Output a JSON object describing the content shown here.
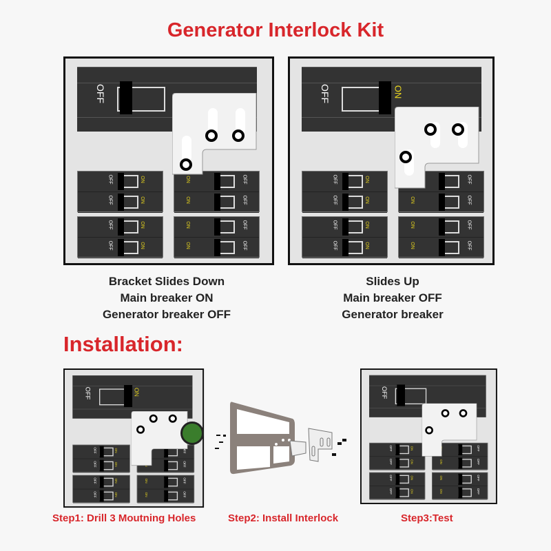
{
  "title": "Generator Interlock Kit",
  "labels": {
    "off": "OFF",
    "on": "ON"
  },
  "panel_left_caption": [
    "Bracket Slides Down",
    "Main breaker ON",
    "Generator breaker OFF"
  ],
  "panel_right_caption": [
    "Slides Up",
    "Main breaker OFF",
    "Generator breaker"
  ],
  "installation_heading": "Installation:",
  "steps": [
    "Step1: Drill 3 Moutning Holes",
    "Step2: Install Interlock",
    "Step3:Test"
  ],
  "colors": {
    "accent": "#d8262b",
    "on_label": "#e8d51e",
    "breaker": "#333333"
  }
}
